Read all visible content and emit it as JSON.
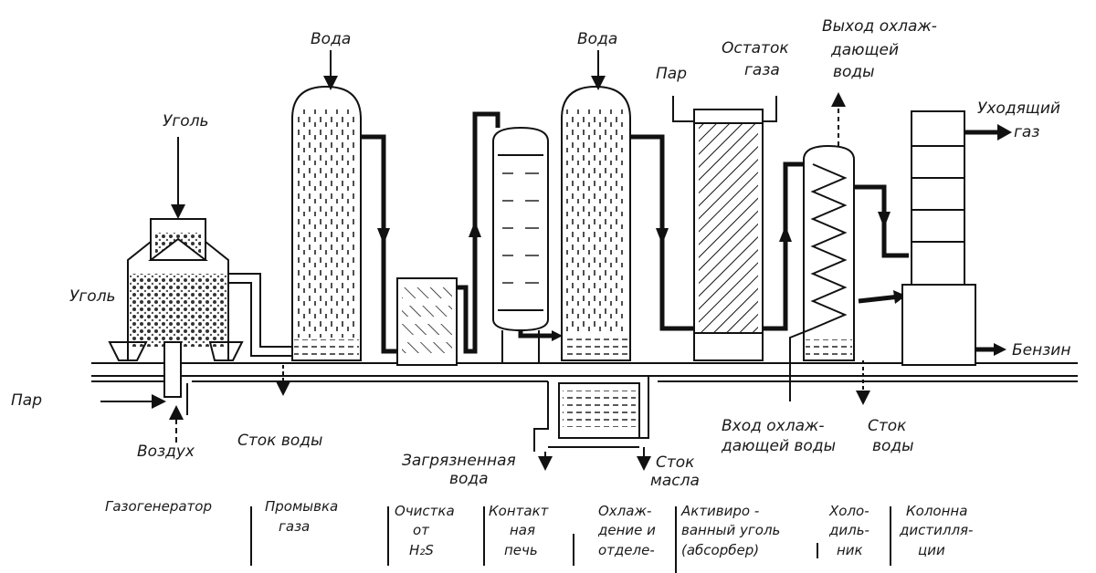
{
  "title_labels": {
    "coal_top": "Уголь",
    "coal_inner": "Уголь",
    "water_1": "Вода",
    "water_2": "Вода",
    "steam_left": "Пар",
    "air": "Воздух",
    "water_drain": "Сток воды",
    "dirty_water_1": "Загрязненная",
    "dirty_water_2": "вода",
    "oil_drain_1": "Сток",
    "oil_drain_2": "масла",
    "steam_absorber": "Пар",
    "gas_residue_1": "Остаток",
    "gas_residue_2": "газа",
    "cooling_out_1": "Выход охлаж-",
    "cooling_out_2": "дающей",
    "cooling_out_3": "воды",
    "cooling_in_1": "Вход охлаж-",
    "cooling_in_2": "дающей воды",
    "drain_right_1": "Сток",
    "drain_right_2": "воды",
    "outgoing_gas_1": "Уходящий",
    "outgoing_gas_2": "газ",
    "gasoline": "Бензин"
  },
  "stages": [
    {
      "lines": [
        "Газогенератор"
      ]
    },
    {
      "lines": [
        "Промывка",
        "газа"
      ]
    },
    {
      "lines": [
        "Очистка",
        "от",
        "H₂S"
      ]
    },
    {
      "lines": [
        "Контакт",
        "ная",
        "печь"
      ]
    },
    {
      "lines": [
        "Охлаж-",
        "дение и",
        "отделе-"
      ]
    },
    {
      "lines": [
        "Активиро -",
        "ванный уголь",
        "(абсорбер)"
      ]
    },
    {
      "lines": [
        "Холо-",
        "диль-",
        "ник"
      ]
    },
    {
      "lines": [
        "Колонна",
        "дистилля-",
        "ции"
      ]
    }
  ]
}
